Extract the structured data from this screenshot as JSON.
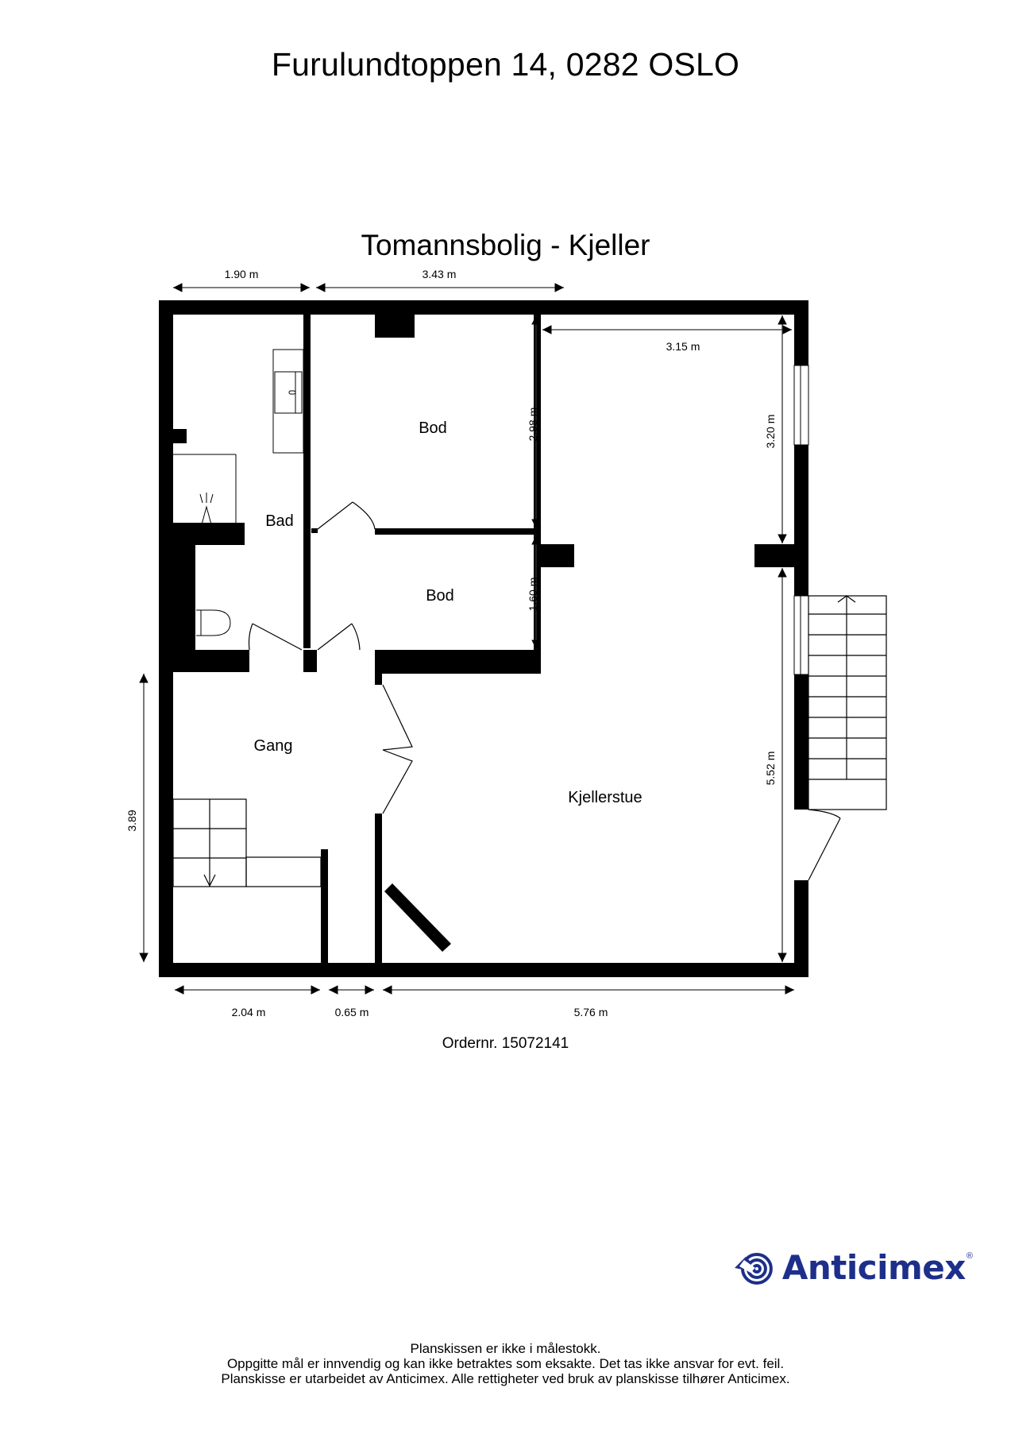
{
  "header": {
    "address": "Furulundtoppen 14, 0282 OSLO",
    "plan_title": "Tomannsbolig  - Kjeller"
  },
  "rooms": {
    "bad": "Bad",
    "bod_upper": "Bod",
    "bod_lower": "Bod",
    "gang": "Gang",
    "kjellerstue": "Kjellerstue"
  },
  "dimensions": {
    "top_left": "1.90 m",
    "top_middle": "3.43 m",
    "kjellerstue_width": "3.15 m",
    "bod_upper_height": "2.98 m",
    "bod_lower_height": "1.60 m",
    "kjellerstue_upper_height": "3.20 m",
    "kjellerstue_lower_height": "5.52 m",
    "gang_height": "3.89",
    "bottom_left": "2.04 m",
    "bottom_middle": "0.65 m",
    "bottom_right": "5.76 m"
  },
  "footer": {
    "order_number": "Ordernr. 15072141",
    "brand": "Anticimex",
    "brand_color": "#1d2f8a",
    "disclaimer_lines": [
      "Planskissen er ikke i målestokk.",
      "Oppgitte mål er innvendig og kan ikke betraktes som eksakte. Det tas ikke ansvar for evt. feil.",
      "Planskisse er utarbeidet av Anticimex. Alle rettigheter ved bruk av planskisse tilhører Anticimex."
    ]
  },
  "colors": {
    "wall": "#000000",
    "background": "#ffffff",
    "dimension_line": "#333333"
  }
}
